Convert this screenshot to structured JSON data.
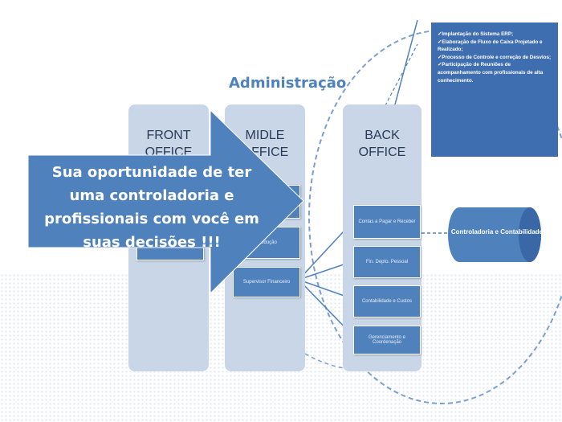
{
  "title": "Administração",
  "columns": {
    "front": "FRONT\nOFFICE",
    "middle": "MIDLE\nOFFICE",
    "back": "BACK\nOFFICE"
  },
  "middle_boxes": [
    "Produção",
    "Supervisor Financeiro"
  ],
  "back_boxes": [
    "Contas a Pagar e Receber",
    "Fin. Depto. Pessoal",
    "Contabilidade e Custos",
    "Gerenciamento e Coordenação"
  ],
  "info_box": [
    "✓Implantação do Sistema ERP;",
    "✓Elaboração de Fluxo de Caixa Projetado e Realizado;",
    "✓Processo de Controle e correção de Desvios;",
    "✓Participação de Reuniões de acompanhamento com profissionais de alta conhecimento."
  ],
  "arrow_text": "Sua oportunidade de ter uma controladoria e profissionais com você em suas decisões !!!",
  "cylinder_label": "Controladoria e Contabilidade",
  "colors": {
    "accent": "#4f81bd",
    "dark_blue": "#3f6eb0",
    "column_bg": "#c9d6e8"
  }
}
